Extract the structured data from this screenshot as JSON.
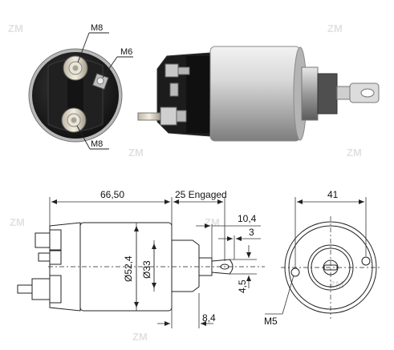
{
  "watermark": {
    "brand": "ZM"
  },
  "colors": {
    "line": "#222222",
    "dim_line": "#333333",
    "housing_silver": "#cfd0cf",
    "cap_black": "#1a1a1a",
    "terminal_brass": "#d8d2c2",
    "watermark": "#c9c9c9"
  },
  "terminal_view": {
    "labels": {
      "top_terminal": "M8",
      "small_terminal": "M6",
      "bottom_terminal": "M8"
    }
  },
  "side_view": {
    "dimensions": {
      "body_length": "66,50",
      "stroke": "25 Engaged",
      "plunger_length": "10,4",
      "eye_offset": "3",
      "body_diameter": "Ø52,4",
      "collar_diameter": "Ø33",
      "slot_width": "4,5",
      "collar_length": "8,4"
    }
  },
  "end_view": {
    "dimensions": {
      "width": "41",
      "mount_thread": "M5"
    }
  }
}
